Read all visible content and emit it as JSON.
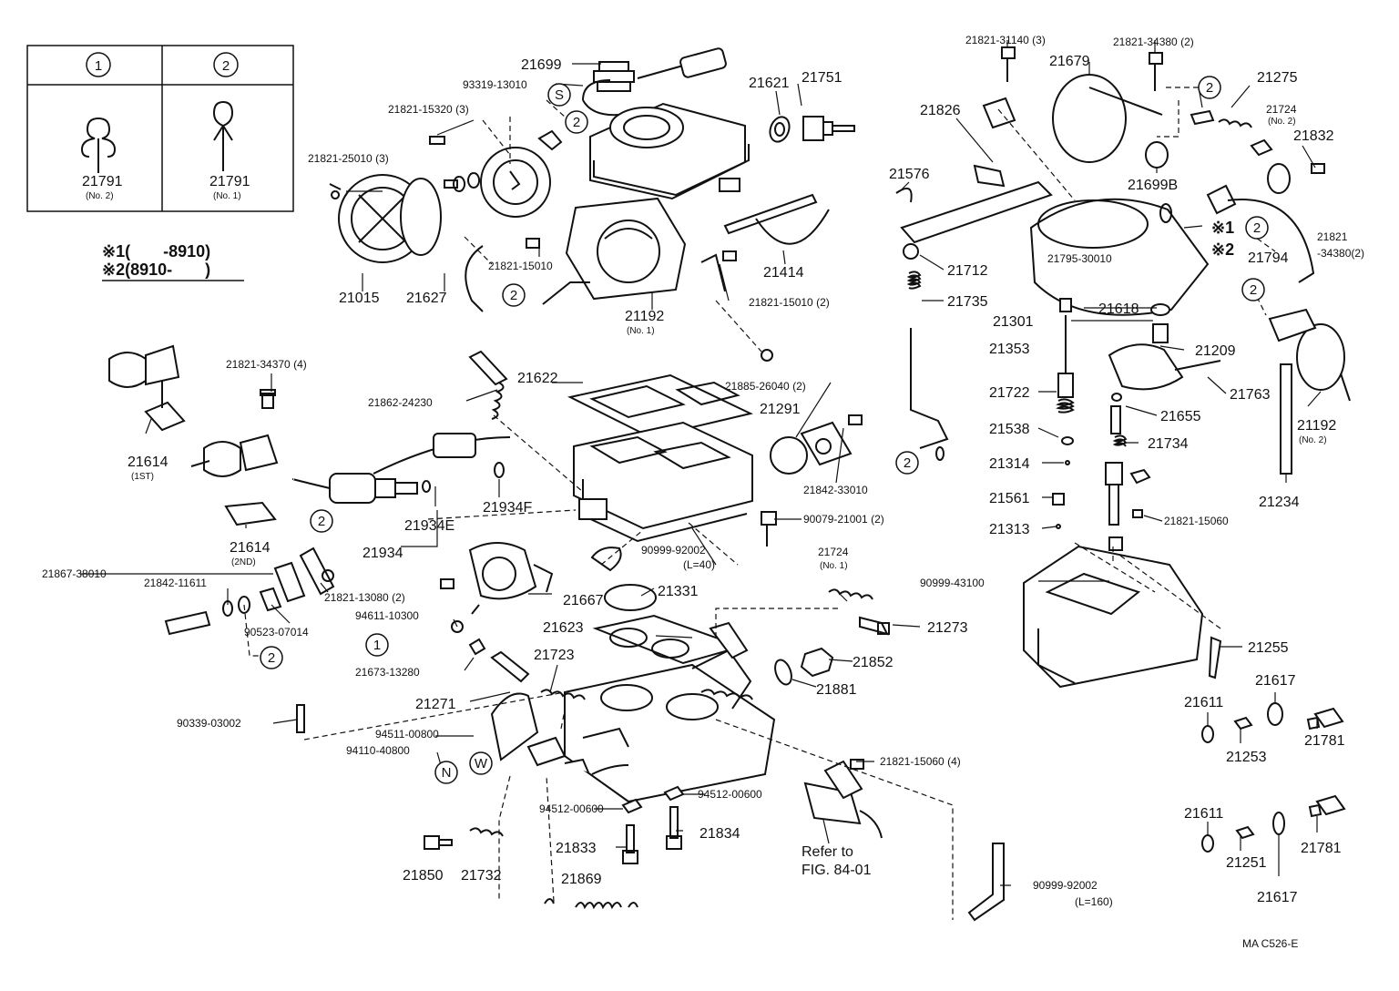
{
  "legend_box": {
    "col1_marker": "1",
    "col2_marker": "2",
    "col1_part": "21791",
    "col1_note": "(No. 2)",
    "col2_part": "21791",
    "col2_note": "(No. 1)"
  },
  "notes": {
    "note1": "※1(　　-8910)",
    "note2": "※2(8910-　　)"
  },
  "diagram_code": "MA C526-E",
  "refer": [
    "Refer to",
    "FIG. 84-01"
  ],
  "markers": [
    {
      "text": "S"
    },
    {
      "text": "2"
    },
    {
      "text": "2"
    },
    {
      "text": "2"
    },
    {
      "text": "2"
    },
    {
      "text": "2"
    },
    {
      "text": "2"
    },
    {
      "text": "2"
    },
    {
      "text": "1"
    },
    {
      "text": "2"
    },
    {
      "text": "W"
    },
    {
      "text": "N"
    },
    {
      "text": "2"
    }
  ],
  "marker_notes": [
    "※1",
    "※2"
  ],
  "labels": [
    {
      "text": "21699"
    },
    {
      "text": "93319-13010"
    },
    {
      "text": "21821-15320 (3)"
    },
    {
      "text": "21821-25010 (3)"
    },
    {
      "text": "21621"
    },
    {
      "text": "21751"
    },
    {
      "text": "21015"
    },
    {
      "text": "21627"
    },
    {
      "text": "21821-15010"
    },
    {
      "text": "21192"
    },
    {
      "text": "(No. 1)"
    },
    {
      "text": "21414"
    },
    {
      "text": "21821-15010 (2)"
    },
    {
      "text": "21885-26040 (2)"
    },
    {
      "text": "21821-34370 (4)"
    },
    {
      "text": "21614"
    },
    {
      "text": "(1ST)"
    },
    {
      "text": "21614"
    },
    {
      "text": "(2ND)"
    },
    {
      "text": "21622"
    },
    {
      "text": "21862-24230"
    },
    {
      "text": "21291"
    },
    {
      "text": "21842-33010"
    },
    {
      "text": "21934E"
    },
    {
      "text": "21934F"
    },
    {
      "text": "21934"
    },
    {
      "text": "90079-21001 (2)"
    },
    {
      "text": "90999-92002"
    },
    {
      "text": "(L=40)"
    },
    {
      "text": "21867-38010"
    },
    {
      "text": "21842-11611"
    },
    {
      "text": "21821-13080 (2)"
    },
    {
      "text": "90523-07014"
    },
    {
      "text": "21667"
    },
    {
      "text": "94611-10300"
    },
    {
      "text": "21331"
    },
    {
      "text": "21724"
    },
    {
      "text": "(No. 1)"
    },
    {
      "text": "21623"
    },
    {
      "text": "21273"
    },
    {
      "text": "21673-13280"
    },
    {
      "text": "21723"
    },
    {
      "text": "21852"
    },
    {
      "text": "21881"
    },
    {
      "text": "21271"
    },
    {
      "text": "90339-03002"
    },
    {
      "text": "94511-00800"
    },
    {
      "text": "94110-40800"
    },
    {
      "text": "21821-15060 (4)"
    },
    {
      "text": "94512-00600"
    },
    {
      "text": "94512-00600"
    },
    {
      "text": "21833"
    },
    {
      "text": "21834"
    },
    {
      "text": "21850"
    },
    {
      "text": "21732"
    },
    {
      "text": "21869"
    },
    {
      "text": "90999-92002"
    },
    {
      "text": "(L=160)"
    },
    {
      "text": "21821-31140 (3)"
    },
    {
      "text": "21821-34380 (2)"
    },
    {
      "text": "21679"
    },
    {
      "text": "21275"
    },
    {
      "text": "21724"
    },
    {
      "text": "(No. 2)"
    },
    {
      "text": "21826"
    },
    {
      "text": "21832"
    },
    {
      "text": "21576"
    },
    {
      "text": "21699B"
    },
    {
      "text": "21795-30010"
    },
    {
      "text": "21794"
    },
    {
      "text": "21821"
    },
    {
      "text": "-34380(2)"
    },
    {
      "text": "21712"
    },
    {
      "text": "21735"
    },
    {
      "text": "21618"
    },
    {
      "text": "21301"
    },
    {
      "text": "21353"
    },
    {
      "text": "21209"
    },
    {
      "text": "21722"
    },
    {
      "text": "21763"
    },
    {
      "text": "21655"
    },
    {
      "text": "21192"
    },
    {
      "text": "(No. 2)"
    },
    {
      "text": "21538"
    },
    {
      "text": "21734"
    },
    {
      "text": "21314"
    },
    {
      "text": "21561"
    },
    {
      "text": "21821-15060"
    },
    {
      "text": "21234"
    },
    {
      "text": "21313"
    },
    {
      "text": "90999-43100"
    },
    {
      "text": "21255"
    },
    {
      "text": "21611"
    },
    {
      "text": "21617"
    },
    {
      "text": "21253"
    },
    {
      "text": "21781"
    },
    {
      "text": "21611"
    },
    {
      "text": "21251"
    },
    {
      "text": "21781"
    },
    {
      "text": "21617"
    }
  ]
}
